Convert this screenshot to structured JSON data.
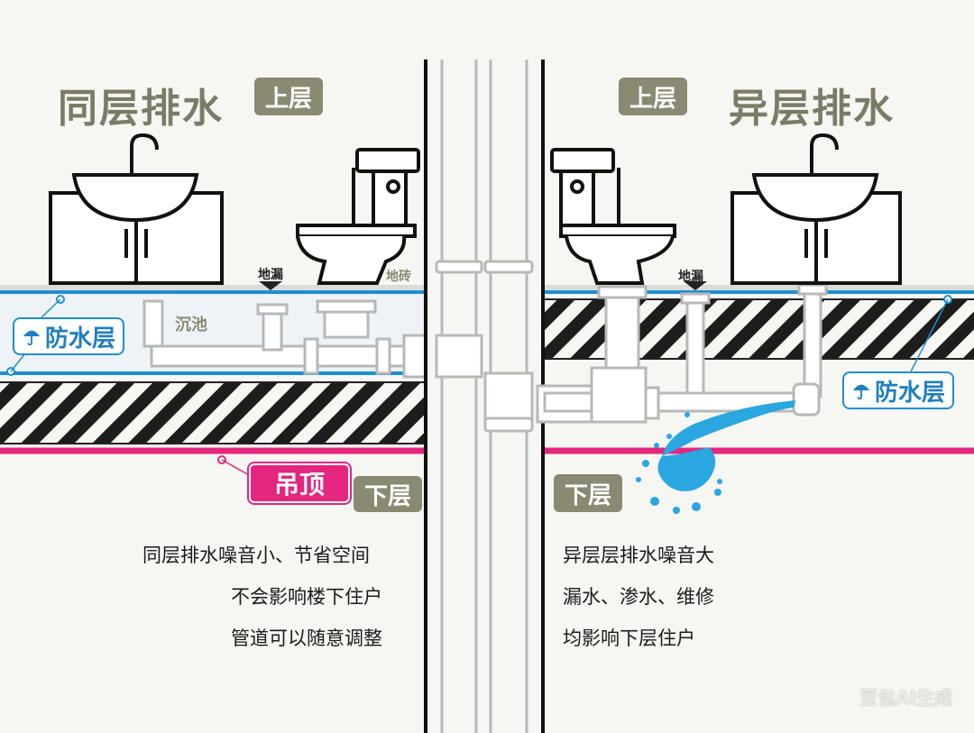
{
  "left": {
    "title": "同层排水",
    "upper_badge": "上层",
    "lower_badge": "下层",
    "floor_drain": "地漏",
    "floor_tile": "地砖",
    "sunken_pit": "沉池",
    "waterproof": "防水层",
    "ceiling": "吊顶",
    "desc": [
      "同层排水噪音小、节省空间",
      "不会影响楼下住户",
      "管道可以随意调整"
    ]
  },
  "right": {
    "title": "异层排水",
    "upper_badge": "上层",
    "lower_badge": "下层",
    "floor_drain": "地漏",
    "waterproof": "防水层",
    "desc": [
      "异层层排水噪音大",
      "漏水、渗水、维修",
      "均影响下层住户"
    ]
  },
  "watermark": "豆包AI生成",
  "colors": {
    "waterproof_blue": "#1f8fd0",
    "ceiling_pink": "#e4267e",
    "badge_grey": "#8a8a72",
    "leak_water": "#2aa6e0"
  },
  "icons": [
    "umbrella-icon",
    "sink-icon",
    "toilet-icon",
    "water-leak-icon"
  ]
}
